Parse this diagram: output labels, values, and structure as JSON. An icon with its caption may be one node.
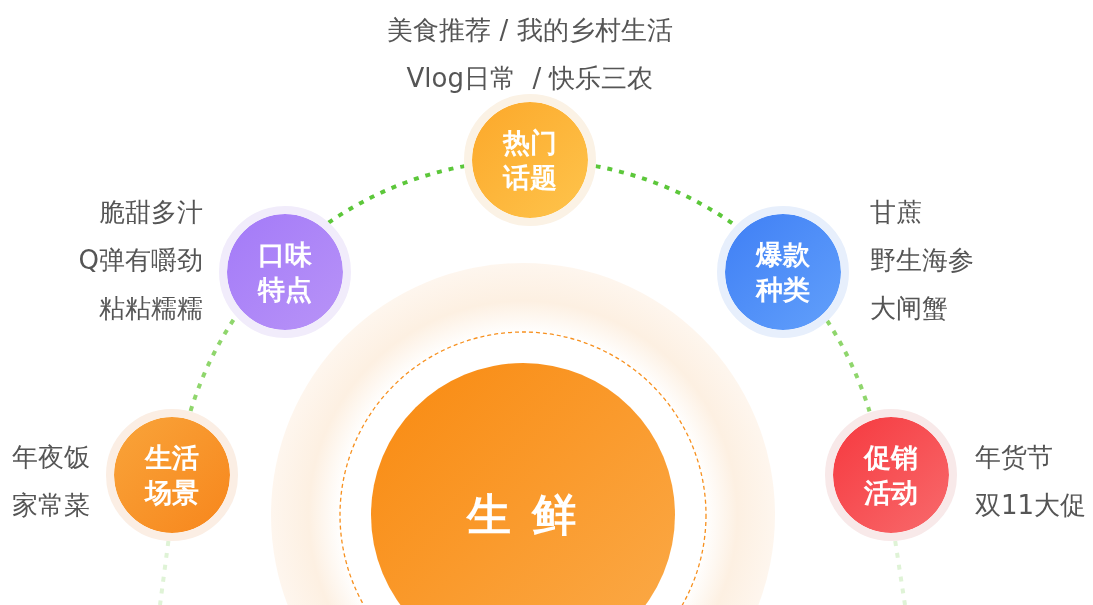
{
  "diagram": {
    "nodes": [
      {
        "text": [
          "生 鲜"
        ]
      },
      {
        "text": [
          "生活场景"
        ],
        "beside": [
          "年夜饭",
          "家常菜"
        ]
      },
      {
        "text": [
          "口味特点"
        ],
        "beside": [
          "脆甜多汁",
          "Q弹有嚼劲",
          "粘粘糯糯"
        ]
      },
      {
        "text": [
          "热门话题"
        ],
        "beside": [
          "美食推荐 / 我的乡村生活",
          "Vlog日常  / 快乐三农"
        ]
      },
      {
        "text": [
          "爆款种类"
        ],
        "beside": [
          "甘蔗",
          "野生海参",
          "大闸蟹"
        ]
      },
      {
        "text": [
          "促销活动"
        ],
        "beside": [
          "年货节",
          "双11大促"
        ]
      }
    ],
    "edges": [
      {
        "from": 1,
        "to": null,
        "arrow": "none",
        "style": "dashed",
        "color": "#dff3d6"
      },
      {
        "from": 1,
        "to": 2,
        "arrow": "none",
        "style": "dashed",
        "color": "#8fd66c"
      },
      {
        "from": 2,
        "to": 3,
        "arrow": "none",
        "style": "dashed",
        "color": "#5cc73a"
      },
      {
        "from": 3,
        "to": 4,
        "arrow": "none",
        "style": "dashed",
        "color": "#5cc73a"
      },
      {
        "from": 4,
        "to": 5,
        "arrow": "none",
        "style": "dashed",
        "color": "#8fd66c"
      },
      {
        "from": 5,
        "to": null,
        "arrow": "none",
        "style": "dashed",
        "color": "#dff3d6"
      }
    ]
  }
}
